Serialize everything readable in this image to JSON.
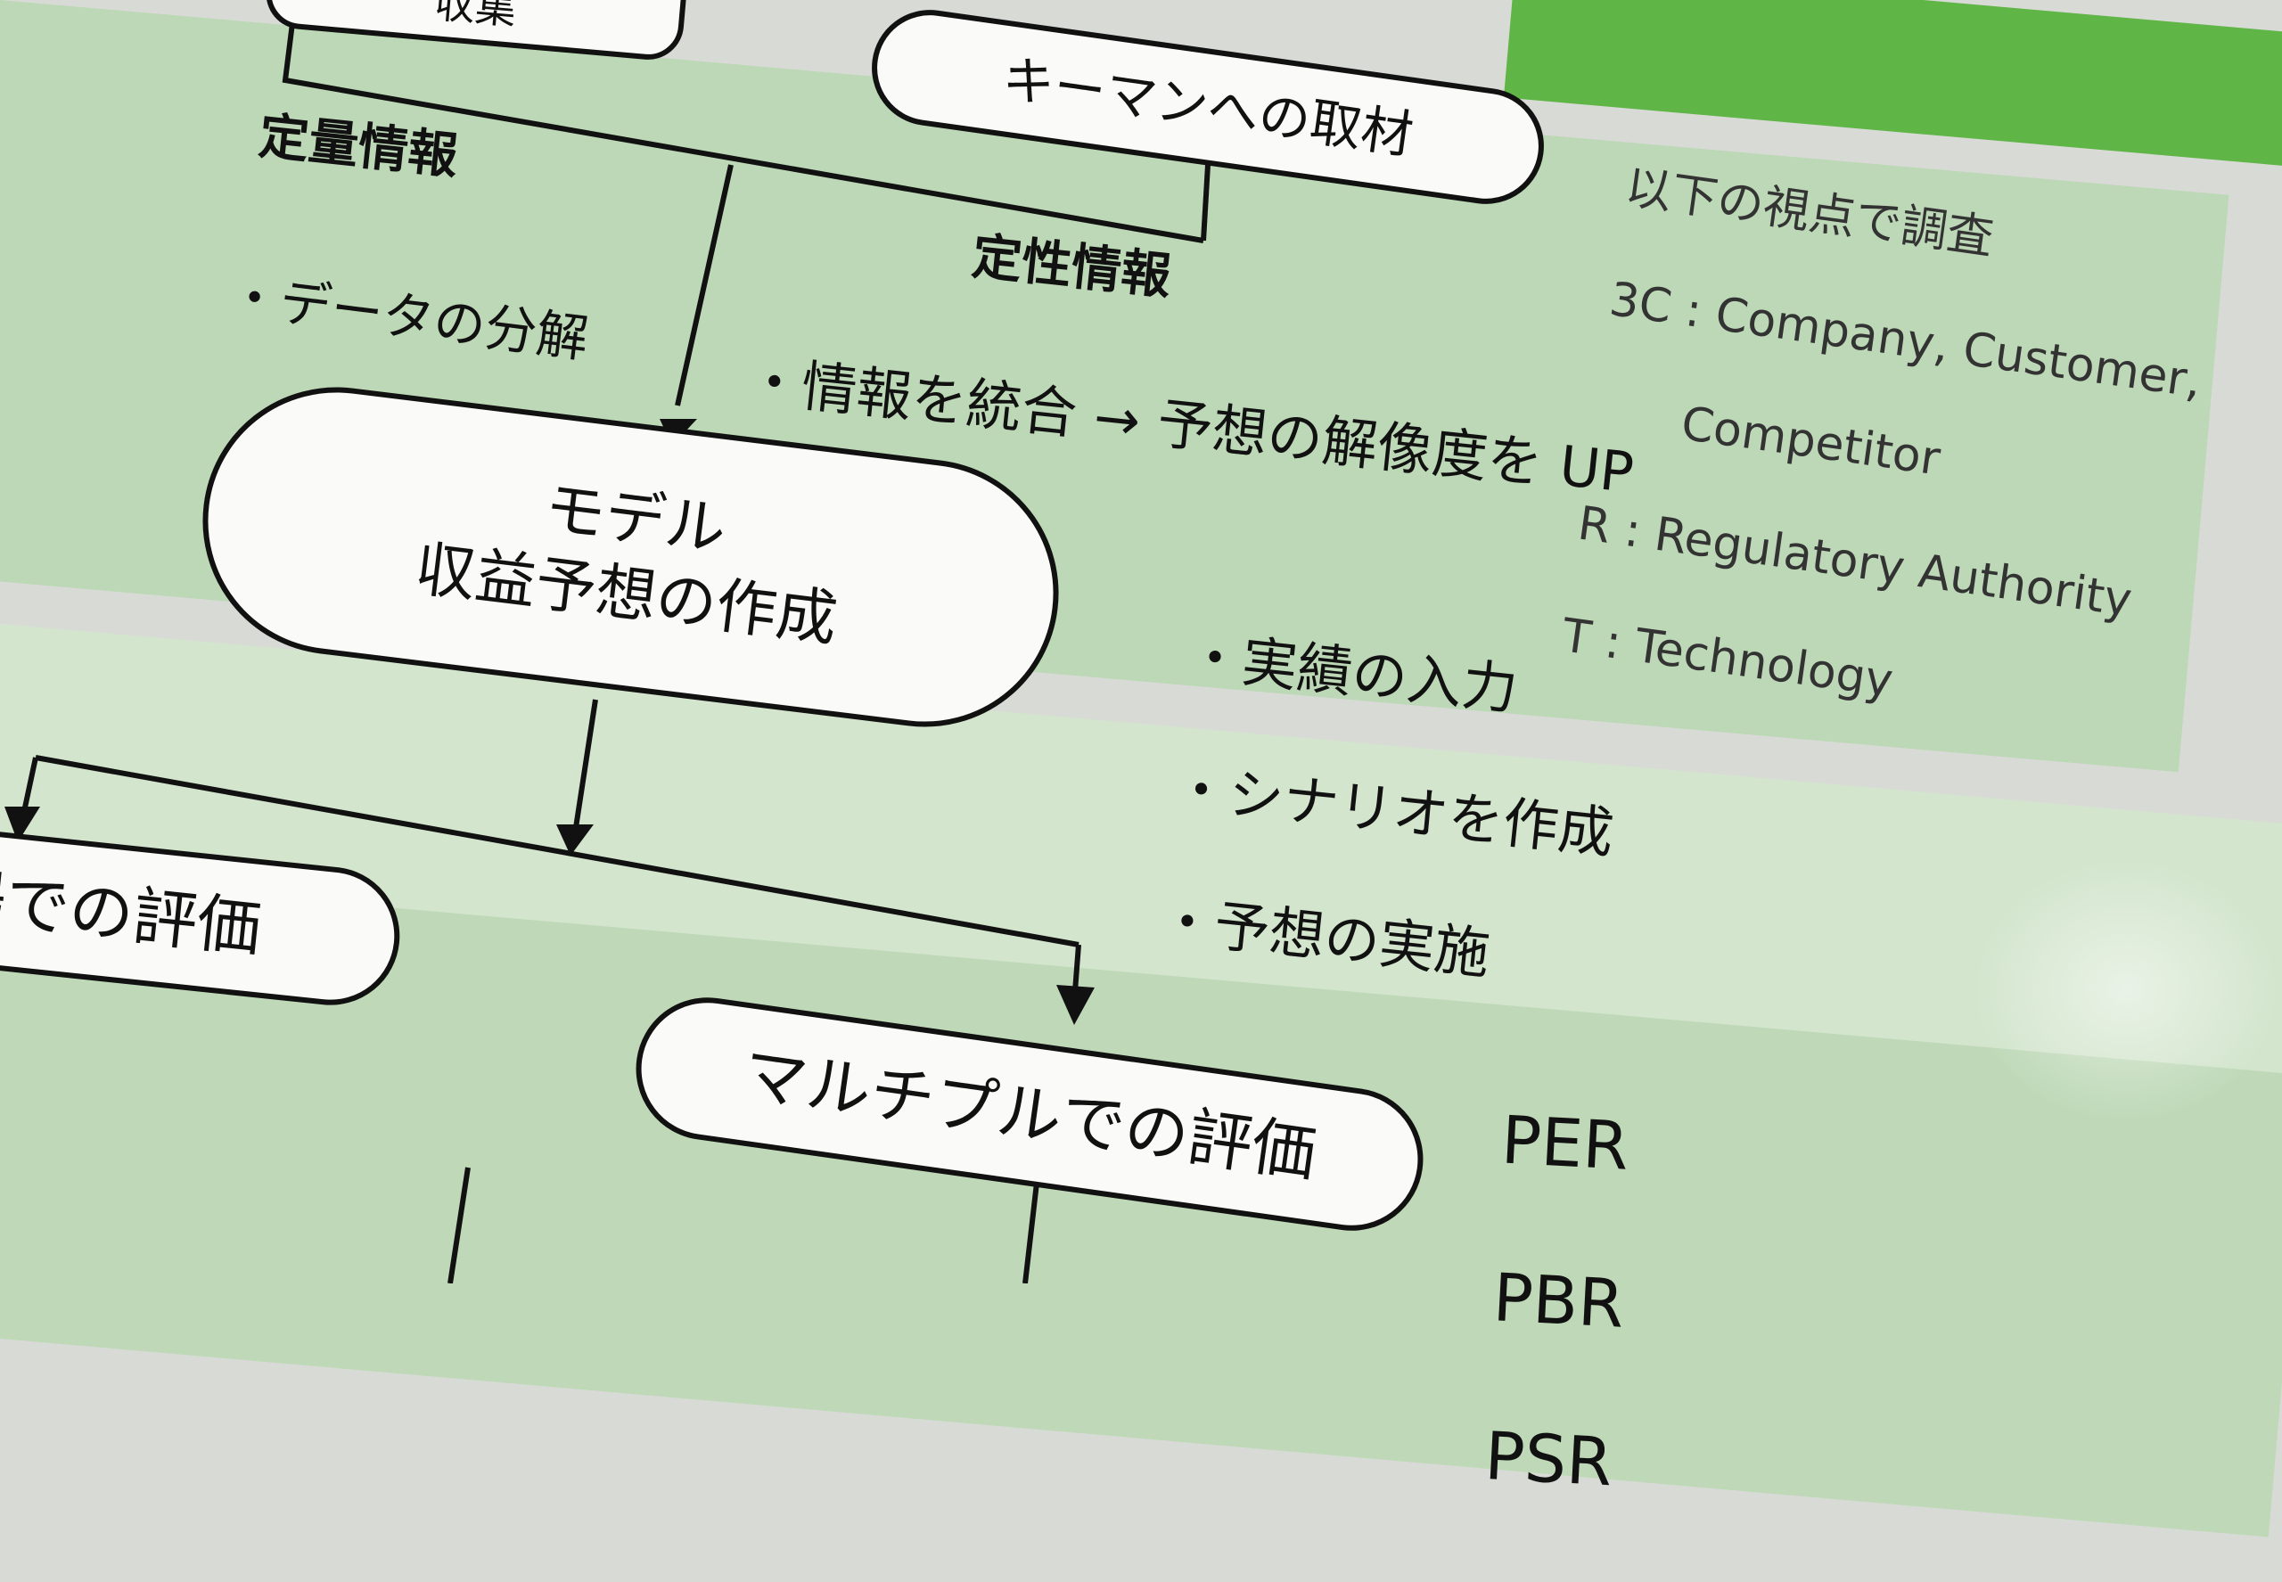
{
  "top_partial_node": "収集",
  "interview_node": "キーマンへの取材",
  "quantitative_label": "定量情報",
  "qualitative_label": "定性情報",
  "decompose_note": "・データの分解",
  "integrate_note": "・情報を統合 → 予想の解像度を UP",
  "model_node": "モデル\n収益予想の作成",
  "model_steps": [
    "・実績の入力",
    "・シナリオを作成",
    "・予想の実施"
  ],
  "research_note": {
    "heading": "以下の視点で調査",
    "lines": [
      "3C : Company, Customer,",
      "      Competitor",
      "R : Regulatory Authority",
      "T : Technology"
    ]
  },
  "left_eval_node": "市場での評価",
  "multiple_eval_node": "マルチプルでの評価",
  "multiples": [
    "PER",
    "PBR",
    "PSR"
  ],
  "colors": {
    "band_green": "#b9d7b2",
    "band_green_light": "#cfe3c9",
    "accent_green": "#5fb546",
    "line": "#111111",
    "node_fill": "#fafaf8"
  }
}
